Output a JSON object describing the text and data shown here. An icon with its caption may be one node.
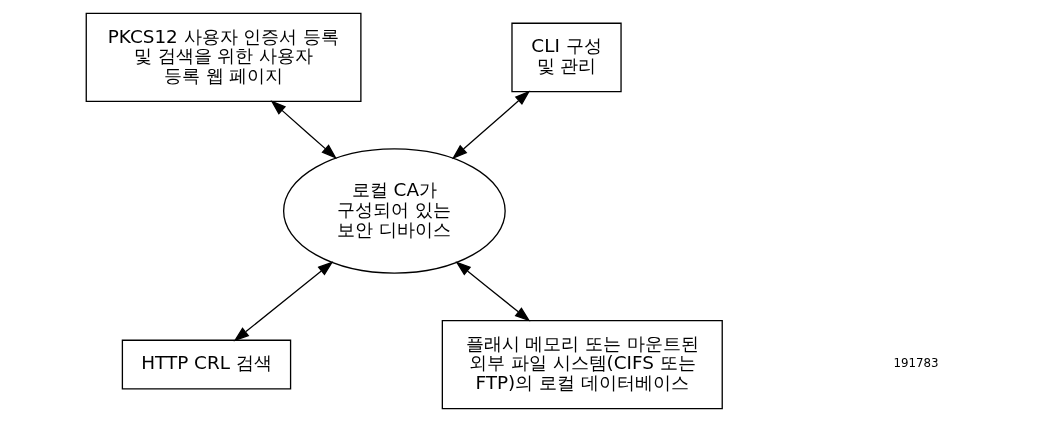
{
  "diagram": {
    "nodes": [
      {
        "text": [
          "PKCS12 사용자 인증서 등록 및 검색을 위한 사용자 등록 웹 페이지"
        ]
      },
      {
        "text": [
          "CLI 구성 및 관리"
        ]
      },
      {
        "text": [
          "로컬 CA가 구성되어 있는 보안 디바이스"
        ]
      },
      {
        "text": [
          "HTTP CRL 검색"
        ]
      },
      {
        "text": [
          "플래시 메모리 또는 마운트된 외부 파일 시스템(CIFS 또는 FTP)의 로컬 데이터베이스"
        ]
      }
    ],
    "edges": [
      {
        "from": 0,
        "to": 2,
        "arrow": "both"
      },
      {
        "from": 1,
        "to": 2,
        "arrow": "both"
      },
      {
        "from": 3,
        "to": 2,
        "arrow": "both"
      },
      {
        "from": 4,
        "to": 2,
        "arrow": "both"
      }
    ],
    "labels": [
      "191783"
    ]
  }
}
